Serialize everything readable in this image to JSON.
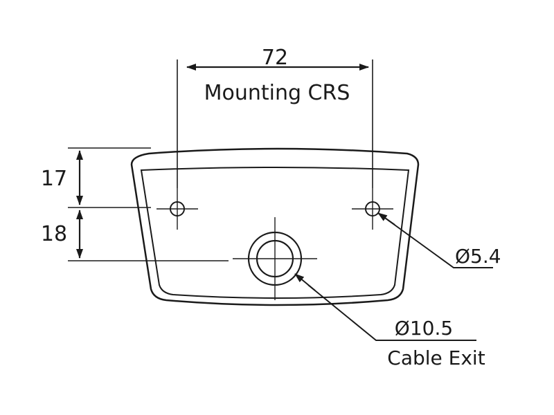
{
  "dimensions": {
    "width_value": "72",
    "width_label": "Mounting CRS",
    "height_top": "17",
    "height_bottom": "18",
    "hole_diameter": "Ø5.4",
    "cable_diameter": "Ø10.5",
    "cable_label": "Cable Exit"
  },
  "colors": {
    "line": "#1a1a1a",
    "background": "#ffffff"
  }
}
